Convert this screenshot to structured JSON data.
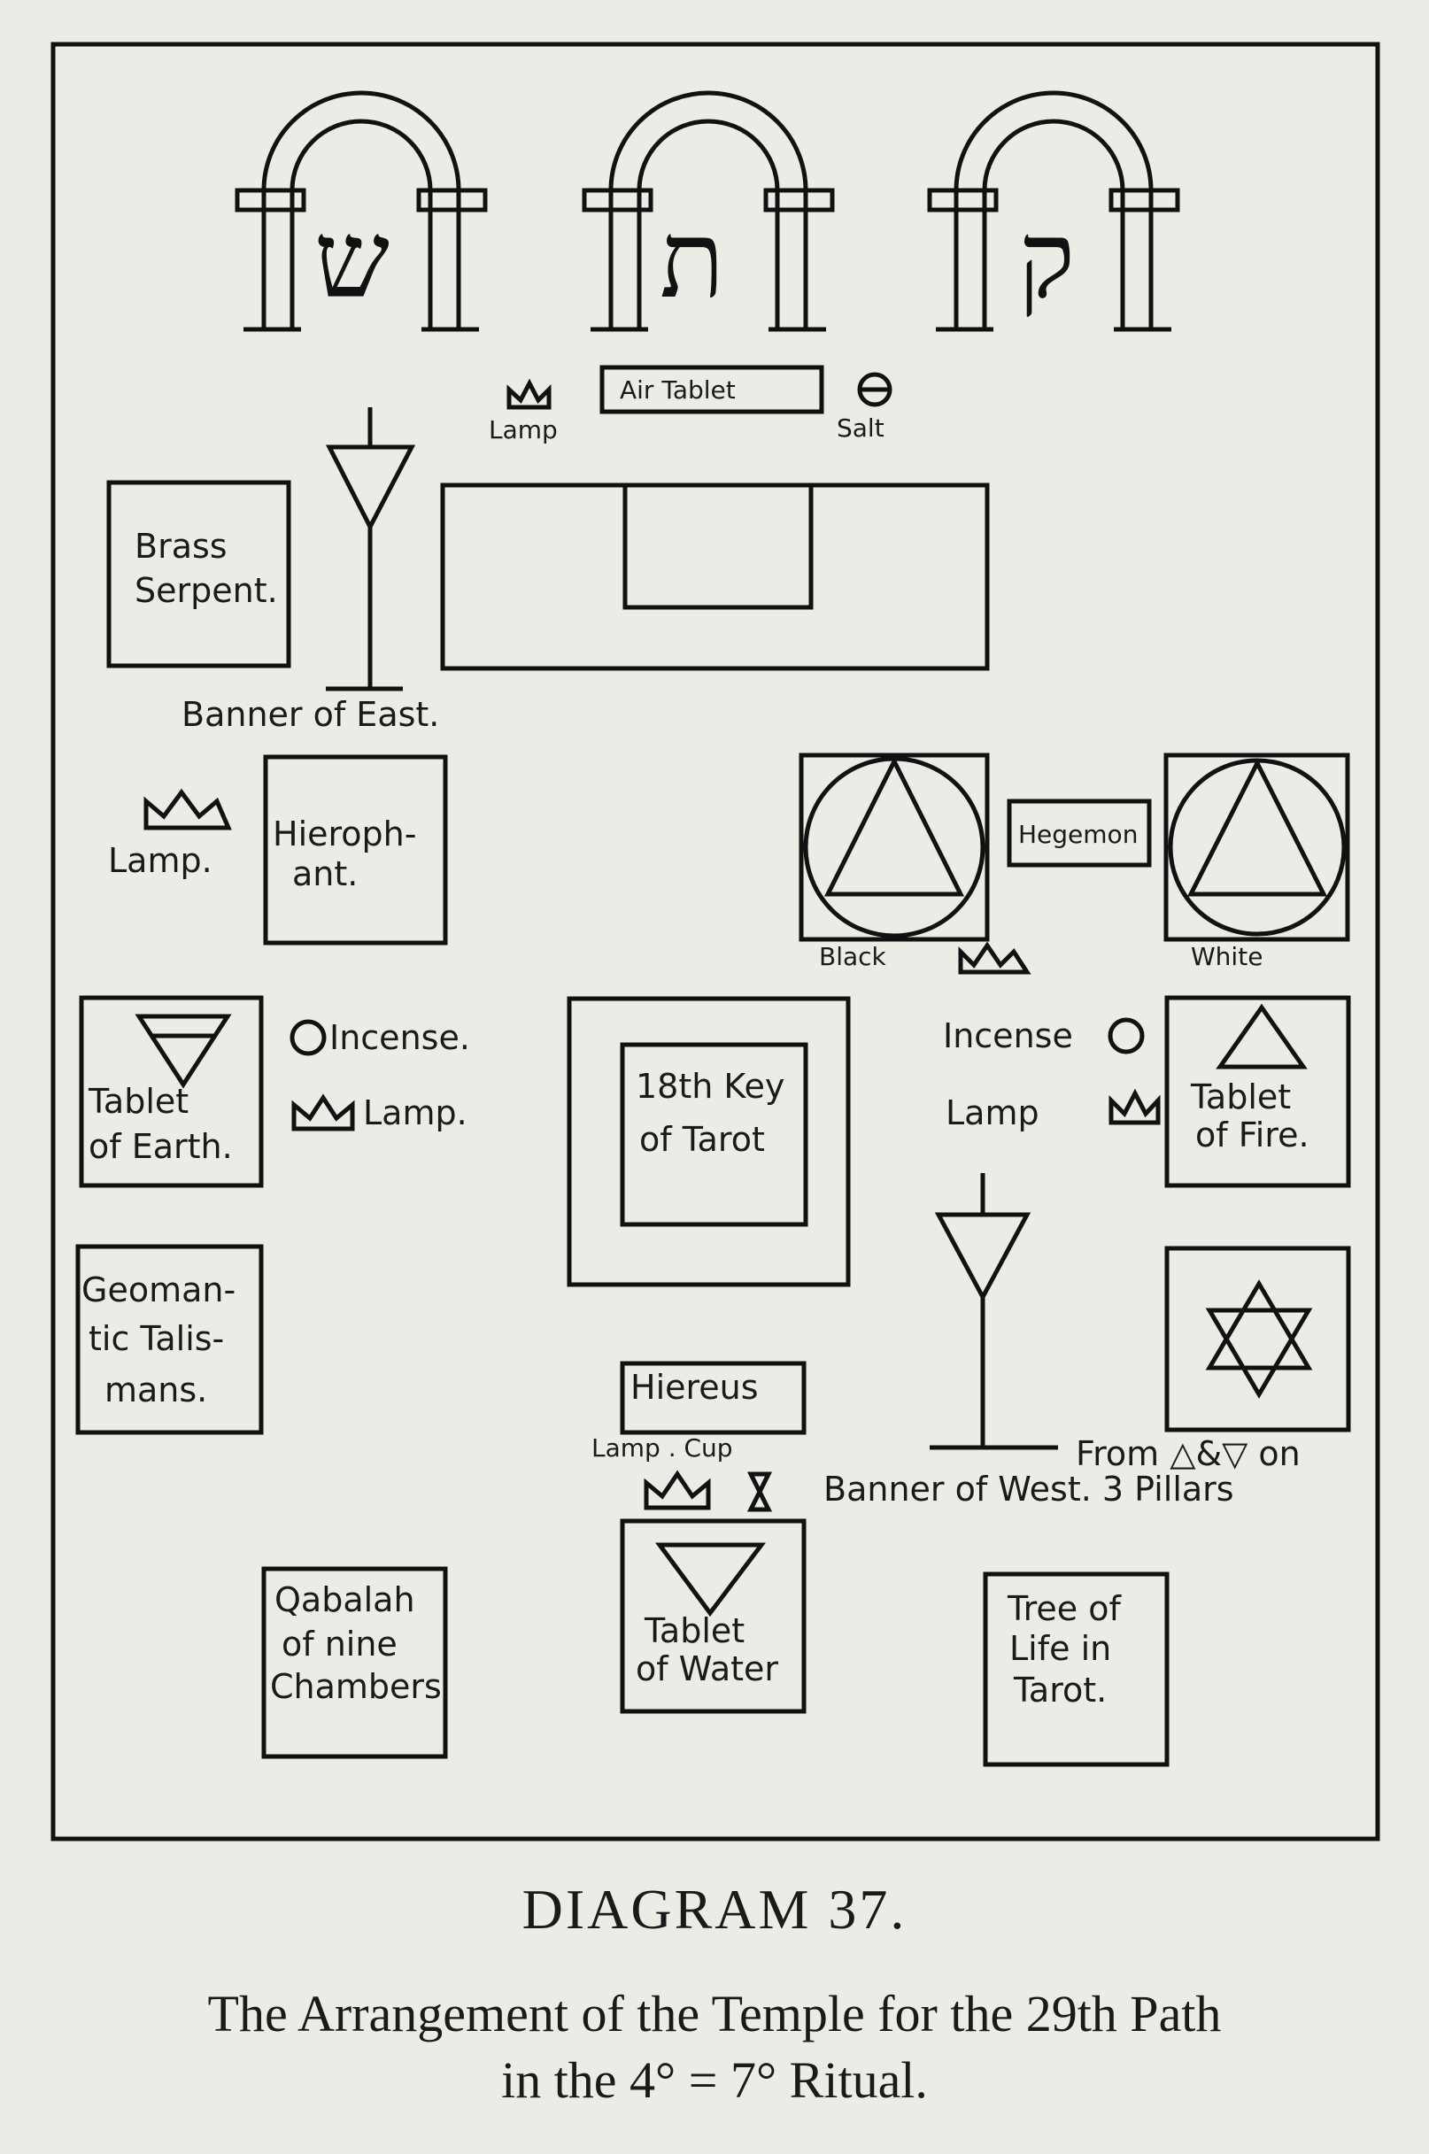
{
  "diagram": {
    "hebrew_letters": [
      "ש",
      "ת",
      "ק"
    ],
    "labels": {
      "air_tablet": "Air Tablet",
      "lamp_top": "Lamp",
      "salt": "Salt",
      "brass_serpent_1": "Brass",
      "brass_serpent_2": "Serpent.",
      "banner_east": "Banner of East.",
      "lamp_left": "Lamp.",
      "hierophant_1": "Hieroph-",
      "hierophant_2": "ant.",
      "hegemon": "Hegemon",
      "black": "Black",
      "white": "White",
      "incense_left": "Incense.",
      "lamp_earth": "Lamp.",
      "tablet_earth_1": "Tablet",
      "tablet_earth_2": "of Earth.",
      "key_1": "18th Key",
      "key_2": "of Tarot",
      "incense_right": "Incense",
      "lamp_fire": "Lamp",
      "tablet_fire_1": "Tablet",
      "tablet_fire_2": "of Fire.",
      "geomantic_1": "Geoman-",
      "geomantic_2": "tic Talis-",
      "geomantic_3": "mans.",
      "hiereus": "Hiereus",
      "lamp_cup": "Lamp . Cup",
      "from_pillars": "From △&▽ on",
      "banner_west": "Banner of West. 3 Pillars",
      "qabalah_1": "Qabalah",
      "qabalah_2": "of nine",
      "qabalah_3": "Chambers",
      "tablet_water_1": "Tablet",
      "tablet_water_2": "of Water",
      "tree_1": "Tree of",
      "tree_2": "Life in",
      "tree_3": "Tarot."
    }
  },
  "caption": {
    "title": "DIAGRAM 37.",
    "line1": "The Arrangement of the Temple for the 29th Path",
    "line2": "in the 4° = 7° Ritual."
  }
}
